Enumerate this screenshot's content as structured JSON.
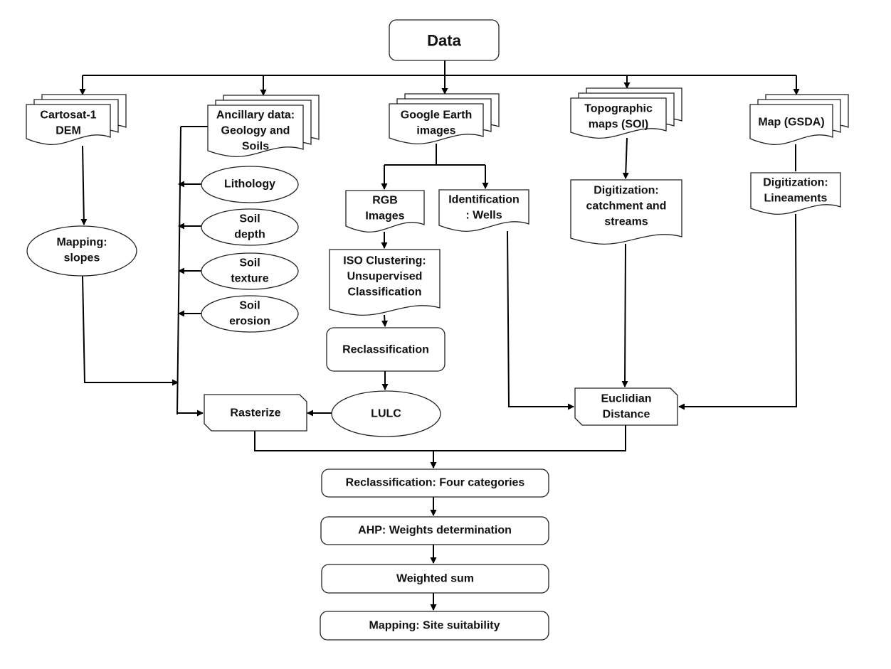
{
  "nodes": {
    "data": {
      "lines": [
        "Data"
      ]
    },
    "cartosat": {
      "lines": [
        "Cartosat-1",
        "DEM"
      ]
    },
    "ancillary": {
      "lines": [
        "Ancillary data:",
        "Geology and",
        "Soils"
      ]
    },
    "google_earth": {
      "lines": [
        "Google Earth",
        "images"
      ]
    },
    "topographic": {
      "lines": [
        "Topographic",
        "maps (SOI)"
      ]
    },
    "map_gsda": {
      "lines": [
        "Map (GSDA)"
      ]
    },
    "mapping_slopes": {
      "lines": [
        "Mapping:",
        "slopes"
      ]
    },
    "lithology": {
      "lines": [
        "Lithology"
      ]
    },
    "soil_depth": {
      "lines": [
        "Soil",
        "depth"
      ]
    },
    "soil_texture": {
      "lines": [
        "Soil",
        "texture"
      ]
    },
    "soil_erosion": {
      "lines": [
        "Soil",
        "erosion"
      ]
    },
    "rgb_images": {
      "lines": [
        "RGB",
        "Images"
      ]
    },
    "identification_wells": {
      "lines": [
        "Identification",
        ": Wells"
      ]
    },
    "digitization_catchment": {
      "lines": [
        "Digitization:",
        "catchment  and",
        "streams"
      ]
    },
    "digitization_lineaments": {
      "lines": [
        "Digitization:",
        "Lineaments"
      ]
    },
    "iso_clustering": {
      "lines": [
        "ISO Clustering:",
        "Unsupervised",
        "Classification"
      ]
    },
    "reclassification": {
      "lines": [
        "Reclassification"
      ]
    },
    "lulc": {
      "lines": [
        "LULC"
      ]
    },
    "rasterize": {
      "lines": [
        "Rasterize"
      ]
    },
    "euclidian": {
      "lines": [
        "Euclidian",
        "Distance"
      ]
    },
    "reclass_four": {
      "lines": [
        "Reclassification:  Four categories"
      ]
    },
    "ahp": {
      "lines": [
        "AHP: Weights determination"
      ]
    },
    "weighted_sum": {
      "lines": [
        "Weighted sum"
      ]
    },
    "site_suitability": {
      "lines": [
        "Mapping: Site suitability"
      ]
    }
  },
  "edges": [
    [
      "data",
      "cartosat"
    ],
    [
      "data",
      "ancillary"
    ],
    [
      "data",
      "google_earth"
    ],
    [
      "data",
      "topographic"
    ],
    [
      "data",
      "map_gsda"
    ],
    [
      "cartosat",
      "mapping_slopes"
    ],
    [
      "ancillary",
      "lithology"
    ],
    [
      "ancillary",
      "soil_depth"
    ],
    [
      "ancillary",
      "soil_texture"
    ],
    [
      "ancillary",
      "soil_erosion"
    ],
    [
      "google_earth",
      "rgb_images"
    ],
    [
      "google_earth",
      "identification_wells"
    ],
    [
      "rgb_images",
      "iso_clustering"
    ],
    [
      "iso_clustering",
      "reclassification"
    ],
    [
      "reclassification",
      "lulc"
    ],
    [
      "lulc",
      "rasterize"
    ],
    [
      "mapping_slopes",
      "rasterize"
    ],
    [
      "ancillary",
      "rasterize"
    ],
    [
      "topographic",
      "digitization_catchment"
    ],
    [
      "map_gsda",
      "digitization_lineaments"
    ],
    [
      "identification_wells",
      "euclidian"
    ],
    [
      "digitization_catchment",
      "euclidian"
    ],
    [
      "digitization_lineaments",
      "euclidian"
    ],
    [
      "rasterize",
      "reclass_four"
    ],
    [
      "euclidian",
      "reclass_four"
    ],
    [
      "reclass_four",
      "ahp"
    ],
    [
      "ahp",
      "weighted_sum"
    ],
    [
      "weighted_sum",
      "site_suitability"
    ]
  ]
}
